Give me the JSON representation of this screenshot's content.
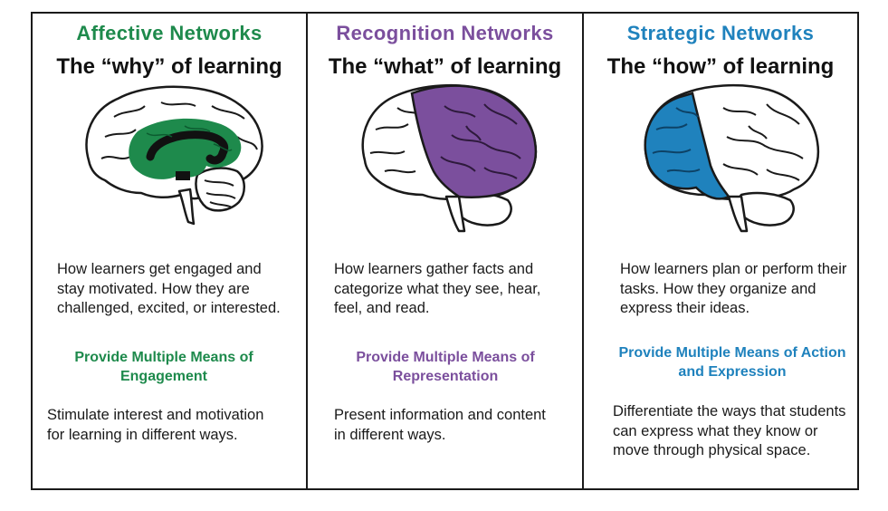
{
  "colors": {
    "affective": "#1e8a4c",
    "recognition": "#7b4f9d",
    "strategic": "#1f82bd"
  },
  "columns": [
    {
      "title": "Affective Networks",
      "subtitle": "The “why” of learning",
      "icon": "brain-limbic-highlight-icon",
      "description": "How learners get engaged and stay motivated. How they are challenged, excited, or interested.",
      "principle": "Provide Multiple Means of Engagement",
      "action": "Stimulate interest and motivation for learning in different ways."
    },
    {
      "title": "Recognition Networks",
      "subtitle": "The “what” of learning",
      "icon": "brain-posterior-highlight-icon",
      "description": "How learners gather facts and categorize what they see, hear, feel, and read.",
      "principle": "Provide Multiple Means of Representation",
      "action": "Present information and content in different ways."
    },
    {
      "title": "Strategic Networks",
      "subtitle": "The “how” of learning",
      "icon": "brain-frontal-highlight-icon",
      "description": "How learners plan or perform their tasks. How they organize and express their ideas.",
      "principle": "Provide Multiple Means of Action and Expression",
      "action": "Differentiate the ways that students can express what they know or move through physical space."
    }
  ]
}
